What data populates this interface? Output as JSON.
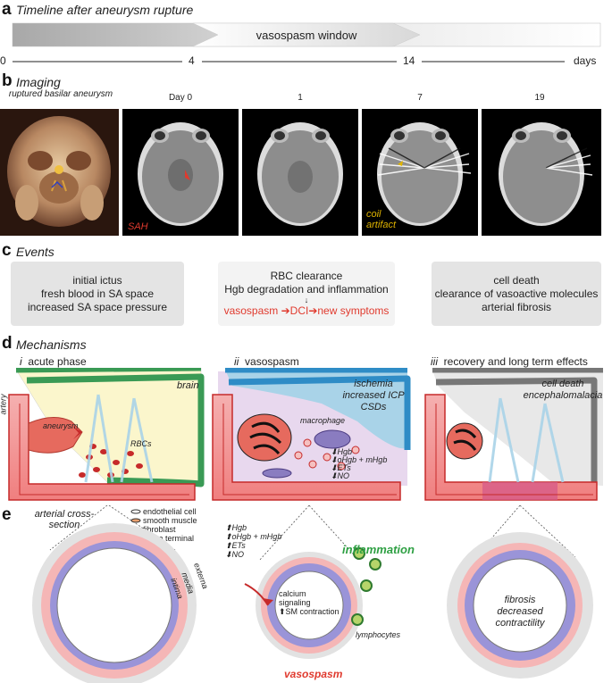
{
  "panel_a": {
    "letter": "a",
    "title": "Timeline after aneurysm rupture",
    "window_label": "vasospasm window",
    "ticks": [
      "0",
      "4",
      "14"
    ],
    "unit": "days"
  },
  "panel_b": {
    "letter": "b",
    "title": "Imaging",
    "aneurysm_caption": "ruptured basilar aneurysm",
    "days": [
      "Day 0",
      "1",
      "7",
      "19"
    ],
    "sah_label": "SAH",
    "coil_label": "coil artifact",
    "colors": {
      "sah": "#e03a2e",
      "coil": "#e0b400"
    }
  },
  "panel_c": {
    "letter": "c",
    "title": "Events",
    "box1": [
      "initial ictus",
      "fresh blood in SA space",
      "increased SA space pressure"
    ],
    "box2": [
      "RBC clearance",
      "Hgb degradation and inflammation"
    ],
    "box2_chain": "vasospasm ➔DCI➔new symptoms",
    "box3": [
      "cell death",
      "clearance of vasoactive molecules",
      "arterial fibrosis"
    ]
  },
  "panel_d": {
    "letter": "d",
    "title": "Mechanisms",
    "phase1": {
      "num": "i",
      "label": "acute phase",
      "region": "brain",
      "aneurysm": "aneurysm",
      "rbc": "RBCs",
      "artery": "artery"
    },
    "phase2": {
      "num": "ii",
      "label": "vasospasm",
      "region_lines": [
        "ischemia",
        "increased ICP",
        "CSDs"
      ],
      "macrophage": "macrophage",
      "markers": [
        "⬇Hgb",
        "⬇oHgb + mHgb",
        "⬇ETs",
        "⬇NO"
      ]
    },
    "phase3": {
      "num": "iii",
      "label": "recovery and long term effects",
      "region_lines": [
        "cell death",
        "encephalomalacia"
      ]
    }
  },
  "panel_e": {
    "letter": "e",
    "cross_section": "arterial cross-section",
    "legend": [
      "endothelial cell",
      "smooth muscle",
      "fibroblast",
      "nerve terminal"
    ],
    "layers": [
      "externa",
      "media",
      "intima"
    ],
    "markers": [
      "⬆Hgb",
      "⬆oHgb + mHgb",
      "⬆ETs",
      "⬇NO"
    ],
    "inner_text": [
      "calcium",
      "signaling",
      "⬆SM contraction"
    ],
    "inflammation": "inflammation",
    "lymphocytes": "lymphocytes",
    "vasospasm": "vasospasm",
    "fibrosis": [
      "fibrosis",
      "decreased",
      "contractility"
    ],
    "colors": {
      "inflammation": "#2ea043",
      "vasospasm": "#e03a2e"
    }
  }
}
